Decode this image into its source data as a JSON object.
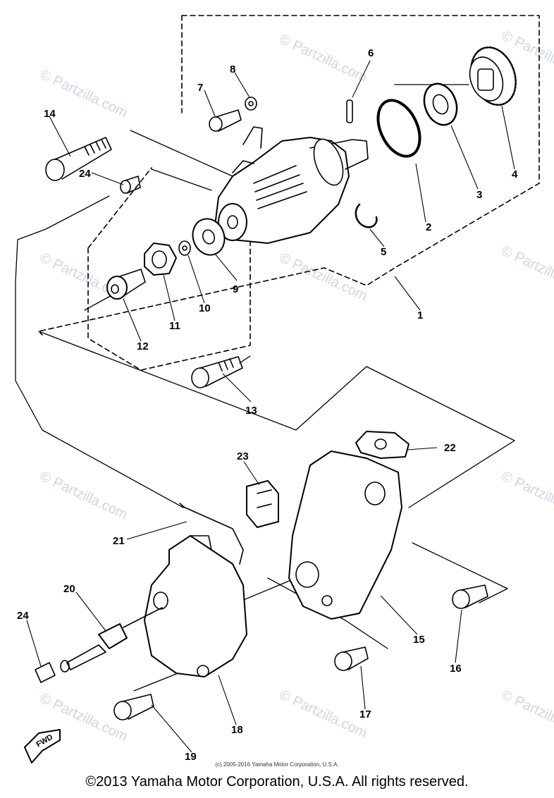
{
  "watermark": "© Partzilla.com",
  "callouts": [
    "1",
    "2",
    "3",
    "4",
    "5",
    "6",
    "7",
    "8",
    "9",
    "10",
    "11",
    "12",
    "13",
    "14",
    "15",
    "16",
    "17",
    "18",
    "19",
    "20",
    "21",
    "22",
    "23",
    "24",
    "24"
  ],
  "fwd_label": "FWD",
  "small_copyright": "(c) 2005-2016 Yamaha Motor Corporation, U.S.A.",
  "footer": "©2013 Yamaha Motor Corporation, U.S.A. All rights reserved."
}
